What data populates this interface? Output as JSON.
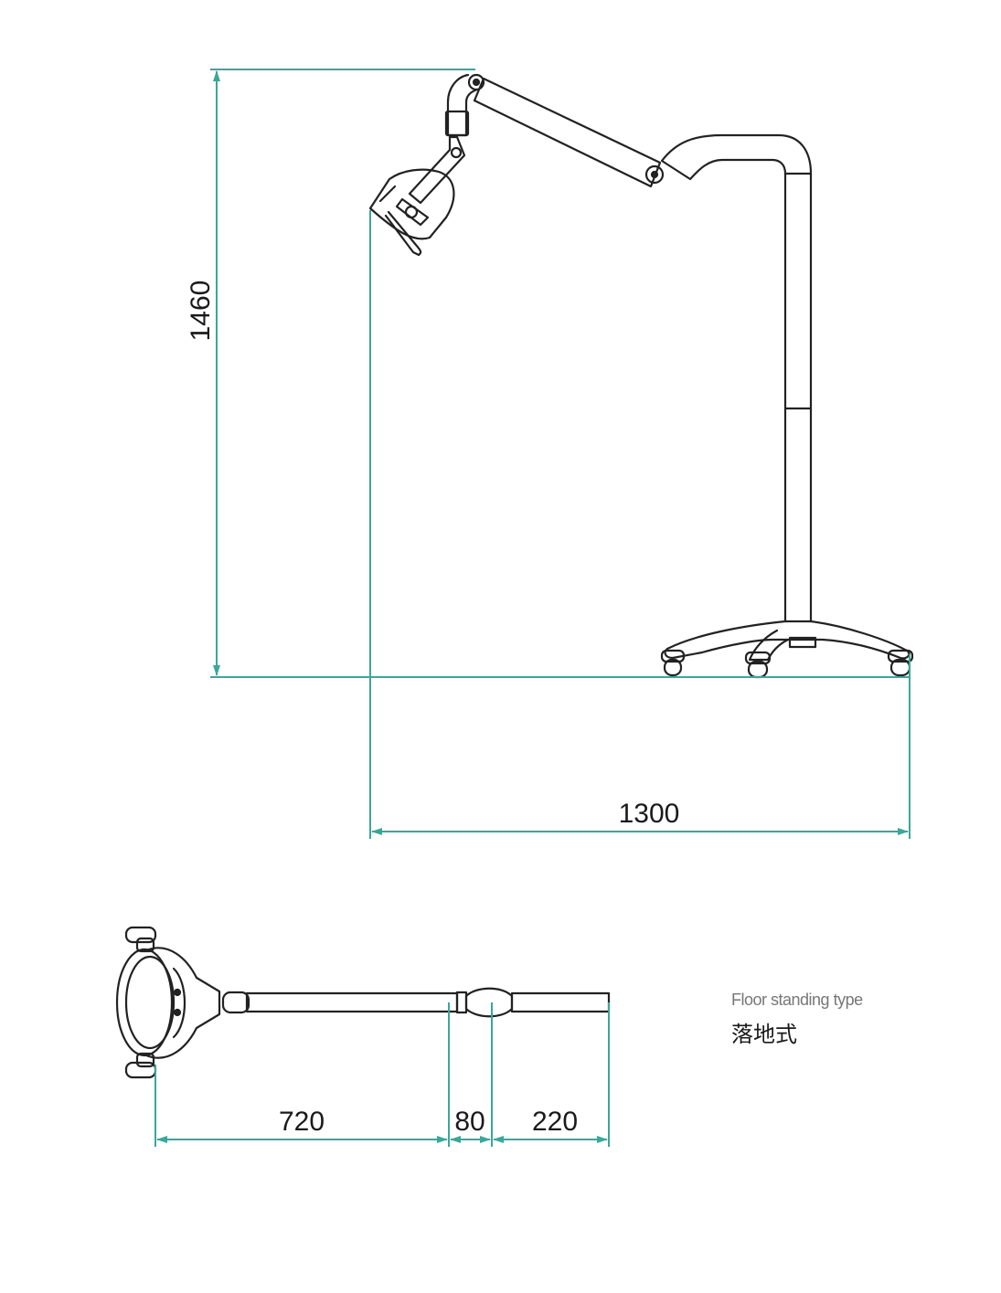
{
  "colors": {
    "dimension_line": "#3aa79a",
    "outline": "#222222",
    "caption_en": "#777777",
    "caption_zh": "#1a1a1a"
  },
  "side_view": {
    "height_label": "1460",
    "width_label": "1300"
  },
  "top_view": {
    "segment_1": "720",
    "segment_2": "80",
    "segment_3": "220"
  },
  "caption": {
    "english": "Floor standing type",
    "chinese": "落地式"
  }
}
